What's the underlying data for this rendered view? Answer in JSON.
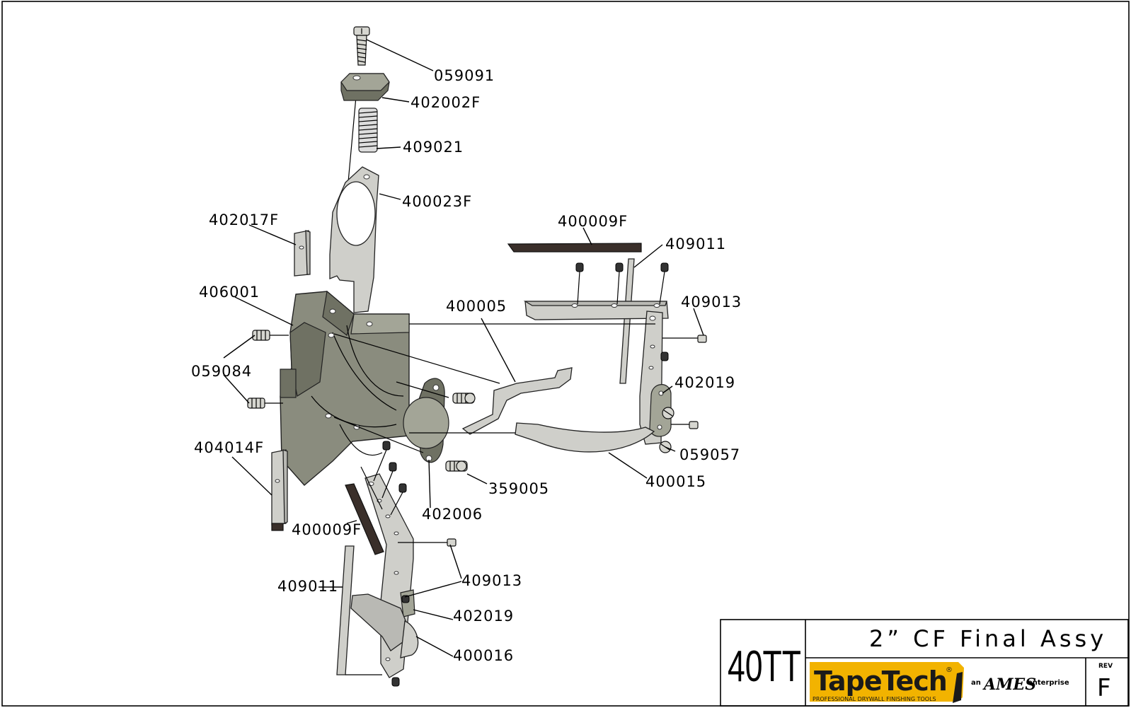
{
  "parts": [
    {
      "id": "p1",
      "label": "059091"
    },
    {
      "id": "p2",
      "label": "402002F"
    },
    {
      "id": "p3",
      "label": "409021"
    },
    {
      "id": "p4",
      "label": "400023F"
    },
    {
      "id": "p5",
      "label": "402017F"
    },
    {
      "id": "p6",
      "label": "406001"
    },
    {
      "id": "p7",
      "label": "059084"
    },
    {
      "id": "p8",
      "label": "404014F"
    },
    {
      "id": "p9",
      "label": "400009F"
    },
    {
      "id": "p10",
      "label": "409011"
    },
    {
      "id": "p11",
      "label": "400005"
    },
    {
      "id": "p12",
      "label": "409013"
    },
    {
      "id": "p13",
      "label": "402019"
    },
    {
      "id": "p14",
      "label": "059057"
    },
    {
      "id": "p15",
      "label": "400015"
    },
    {
      "id": "p16",
      "label": "359005"
    },
    {
      "id": "p17",
      "label": "402006"
    },
    {
      "id": "p18",
      "label": "400009F"
    },
    {
      "id": "p19",
      "label": "409013"
    },
    {
      "id": "p20",
      "label": "409011"
    },
    {
      "id": "p21",
      "label": "402019"
    },
    {
      "id": "p22",
      "label": "400016"
    }
  ],
  "title_block": {
    "drawing_number": "40TT",
    "title": "2” CF Final Assy",
    "brand": "TapeTech",
    "brand_mark": "®",
    "brand_tagline": "PROFESSIONAL DRYWALL FINISHING TOOLS",
    "affiliation_prefix": "an",
    "affiliation_name": "AMES",
    "affiliation_suffix": "enterprise",
    "rev_label": "REV",
    "rev_value": "F",
    "brand_color": "#f2b300"
  }
}
